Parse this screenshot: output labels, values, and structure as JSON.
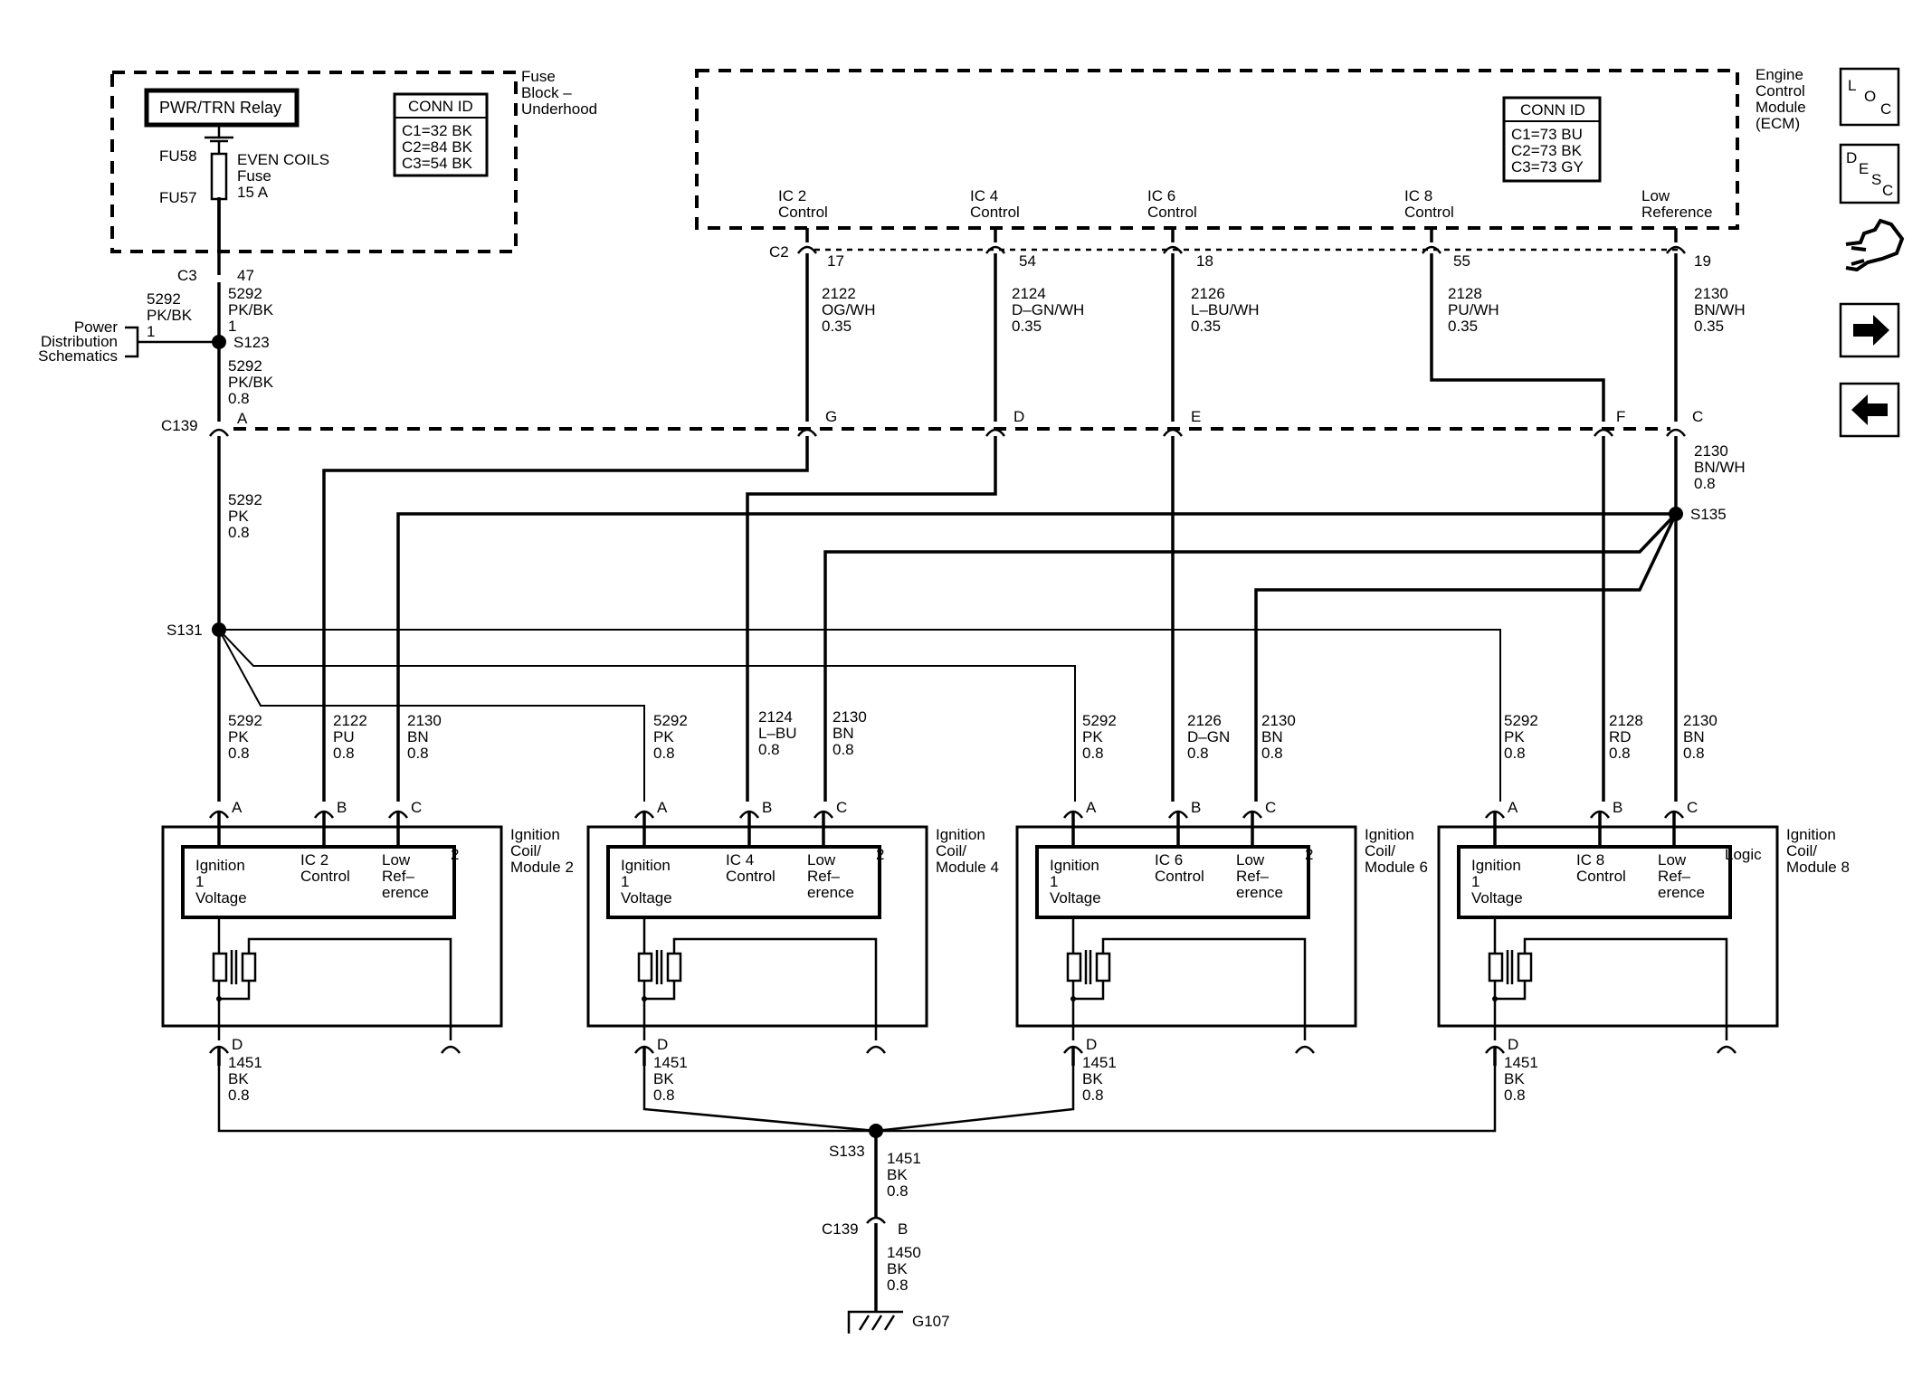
{
  "fuse_block": {
    "title": [
      "Fuse",
      "Block –",
      "Underhood"
    ],
    "relay_label": "PWR/TRN Relay",
    "conn_id": {
      "header": "CONN ID",
      "lines": [
        "C1=32 BK",
        "C2=84 BK",
        "C3=54 BK"
      ]
    },
    "fu58": "FU58",
    "fu57": "FU57",
    "fuse_lines": [
      "EVEN COILS",
      "Fuse",
      "15 A"
    ]
  },
  "ecm": {
    "title": [
      "Engine",
      "Control",
      "Module",
      "(ECM)"
    ],
    "conn_id": {
      "header": "CONN ID",
      "lines": [
        "C1=73 BU",
        "C2=73 BK",
        "C3=73 GY"
      ]
    },
    "pins": [
      {
        "name": [
          "IC 2",
          "Control"
        ],
        "num": "17",
        "wire": [
          "2122",
          "OG/WH",
          "0.35"
        ]
      },
      {
        "name": [
          "IC 4",
          "Control"
        ],
        "num": "54",
        "wire": [
          "2124",
          "D–GN/WH",
          "0.35"
        ]
      },
      {
        "name": [
          "IC 6",
          "Control"
        ],
        "num": "18",
        "wire": [
          "2126",
          "L–BU/WH",
          "0.35"
        ]
      },
      {
        "name": [
          "IC 8",
          "Control"
        ],
        "num": "55",
        "wire": [
          "2128",
          "PU/WH",
          "0.35"
        ]
      },
      {
        "name": [
          "Low",
          "Reference"
        ],
        "num": "19",
        "wire": [
          "2130",
          "BN/WH",
          "0.35"
        ]
      }
    ],
    "connector": "C2"
  },
  "power": {
    "c3": "C3",
    "c3_pin": "47",
    "wire_top": [
      "5292",
      "PK/BK",
      "1"
    ],
    "side_wire": [
      "5292",
      "PK/BK",
      "1"
    ],
    "pds": [
      "Power",
      "Distribution",
      "Schematics"
    ],
    "s123": "S123",
    "wire_mid": [
      "5292",
      "PK/BK",
      "0.8"
    ],
    "wire_low": [
      "5292",
      "PK",
      "0.8"
    ]
  },
  "c139": {
    "label": "C139",
    "pins": [
      "A",
      "G",
      "D",
      "E",
      "F",
      "C"
    ]
  },
  "splices": {
    "s131": "S131",
    "s135": "S135",
    "s133": "S133"
  },
  "s135_wire": [
    "2130",
    "BN/WH",
    "0.8"
  ],
  "coils": [
    {
      "title": [
        "Ignition",
        "Coil/",
        "Module 2"
      ],
      "w1": [
        "5292",
        "PK",
        "0.8"
      ],
      "w2": [
        "2122",
        "PU",
        "0.8"
      ],
      "w3": [
        "2130",
        "BN",
        "0.8"
      ],
      "in1": [
        "Ignition",
        "1",
        "Voltage"
      ],
      "in2": [
        "IC 2",
        "Control"
      ],
      "in3": [
        "Low",
        "Ref–",
        "erence"
      ],
      "tag": "2"
    },
    {
      "title": [
        "Ignition",
        "Coil/",
        "Module 4"
      ],
      "w1": [
        "5292",
        "PK",
        "0.8"
      ],
      "w2": [
        "2124",
        "L–BU",
        "0.8"
      ],
      "w3": [
        "2130",
        "BN",
        "0.8"
      ],
      "in1": [
        "Ignition",
        "1",
        "Voltage"
      ],
      "in2": [
        "IC 4",
        "Control"
      ],
      "in3": [
        "Low",
        "Ref–",
        "erence"
      ],
      "tag": "2"
    },
    {
      "title": [
        "Ignition",
        "Coil/",
        "Module 6"
      ],
      "w1": [
        "5292",
        "PK",
        "0.8"
      ],
      "w2": [
        "2126",
        "D–GN",
        "0.8"
      ],
      "w3": [
        "2130",
        "BN",
        "0.8"
      ],
      "in1": [
        "Ignition",
        "1",
        "Voltage"
      ],
      "in2": [
        "IC 6",
        "Control"
      ],
      "in3": [
        "Low",
        "Ref–",
        "erence"
      ],
      "tag": "2"
    },
    {
      "title": [
        "Ignition",
        "Coil/",
        "Module 8"
      ],
      "w1": [
        "5292",
        "PK",
        "0.8"
      ],
      "w2": [
        "2128",
        "RD",
        "0.8"
      ],
      "w3": [
        "2130",
        "BN",
        "0.8"
      ],
      "in1": [
        "Ignition",
        "1",
        "Voltage"
      ],
      "in2": [
        "IC 8",
        "Control"
      ],
      "in3": [
        "Low",
        "Ref–",
        "erence"
      ],
      "tag": "Logic"
    }
  ],
  "pin_letters": [
    "A",
    "B",
    "C",
    "D"
  ],
  "ground": {
    "coil_wire": [
      "1451",
      "BK",
      "0.8"
    ],
    "s133_wire": [
      "1451",
      "BK",
      "0.8"
    ],
    "c139": "C139",
    "c139_pin": "B",
    "g_wire": [
      "1450",
      "BK",
      "0.8"
    ],
    "g107": "G107"
  },
  "nav": {
    "loc": [
      "L",
      "O",
      "C"
    ],
    "desc": [
      "D",
      "E",
      "S",
      "C"
    ]
  }
}
